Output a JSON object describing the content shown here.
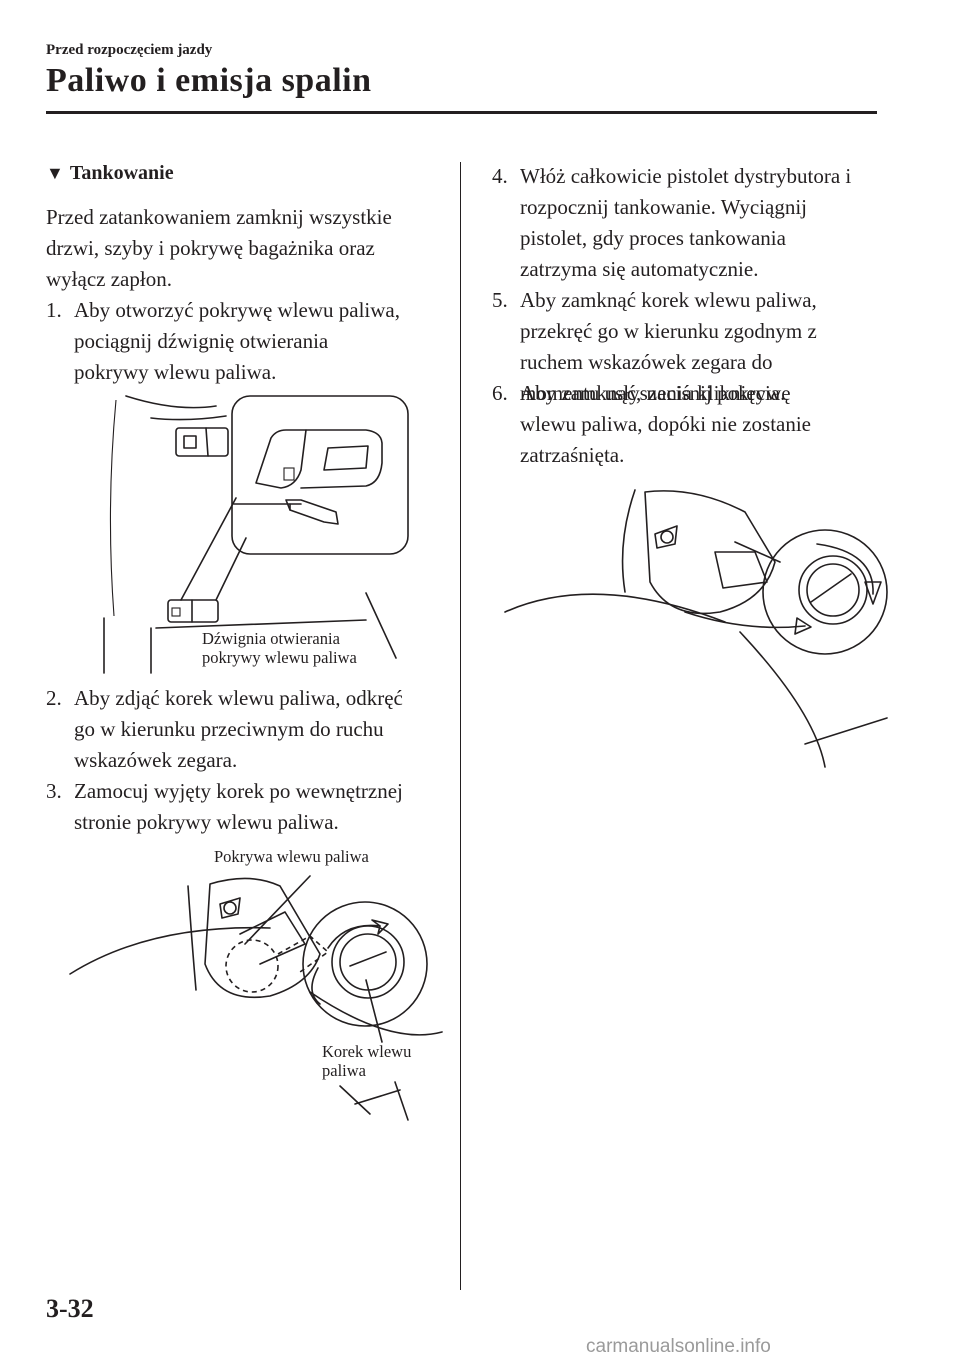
{
  "header": {
    "section": "Przed rozpoczęciem jazdy",
    "title": "Paliwo i emisja spalin"
  },
  "content": {
    "heading_marker": "▼",
    "heading": "Tankowanie",
    "intro": [
      "Przed zatankowaniem zamknij wszystkie",
      "drzwi, szyby i pokrywę bagażnika oraz",
      "wyłącz zapłon."
    ],
    "steps": [
      {
        "num": "1.",
        "lines": [
          "Aby otworzyć pokrywę wlewu paliwa,",
          "pociągnij dźwignię otwierania",
          "pokrywy wlewu paliwa."
        ]
      },
      {
        "num": "2.",
        "lines": [
          "Aby zdjąć korek wlewu paliwa, odkręć",
          "go w kierunku przeciwnym do ruchu",
          "wskazówek zegara."
        ]
      },
      {
        "num": "3.",
        "lines": [
          "Zamocuj wyjęty korek po wewnętrznej",
          "stronie pokrywy wlewu paliwa."
        ]
      },
      {
        "num": "4.",
        "lines": [
          "Włóż całkowicie pistolet dystrybutora i",
          "rozpocznij tankowanie. Wyciągnij",
          "pistolet, gdy proces tankowania",
          "zatrzyma się automatycznie."
        ]
      },
      {
        "num": "5.",
        "lines": [
          "Aby zamknąć korek wlewu paliwa,",
          "przekręć go w kierunku zgodnym z",
          "ruchem wskazówek zegara do",
          "momentu usłyszenia kliknięcia."
        ]
      },
      {
        "num": "6.",
        "lines": [
          "Aby zamknąć, naciśnij pokrywę",
          "wlewu paliwa, dopóki nie zostanie",
          "zatrzaśnięta."
        ]
      }
    ]
  },
  "figures": {
    "fig1_label": [
      "Dźwignia otwierania",
      "pokrywy wlewu paliwa"
    ],
    "fig2_label_cover": "Pokrywa wlewu paliwa",
    "fig2_label_cap": [
      "Korek wlewu",
      "paliwa"
    ]
  },
  "footer": {
    "page_number": "3-32",
    "watermark": "carmanualsonline.info"
  }
}
